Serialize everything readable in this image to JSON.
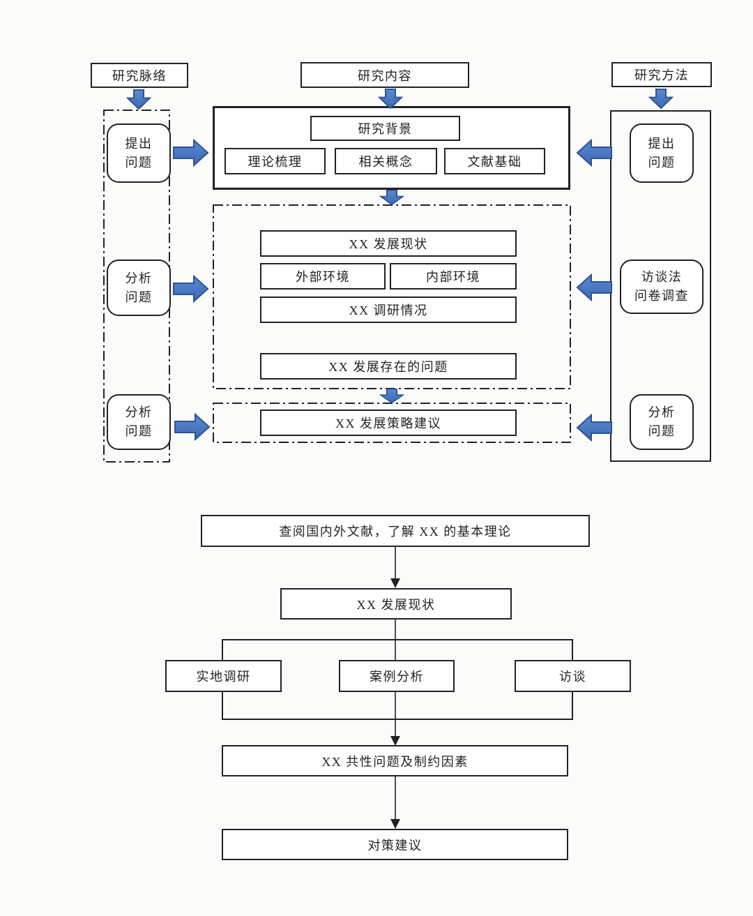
{
  "colors": {
    "background": "#fbfbfa",
    "line": "#222222",
    "arrow_fill_light": "#5b8ad2",
    "arrow_fill": "#4472c4",
    "arrow_stroke": "#2f528f"
  },
  "top": {
    "headers": {
      "context": "研究脉络",
      "content": "研究内容",
      "method": "研究方法"
    },
    "left_nodes": [
      "提出\n问题",
      "分析\n问题",
      "分析\n问题"
    ],
    "right_nodes": [
      "提出\n问题",
      "访谈法\n问卷调查",
      "分析\n问题"
    ],
    "content_box": {
      "background": "研究背景",
      "theory": "理论梳理",
      "concepts": "相关概念",
      "literature": "文献基础"
    },
    "analysis_box": {
      "status": "XX 发展现状",
      "external": "外部环境",
      "internal": "内部环境",
      "survey": "XX 调研情况",
      "problems": "XX 发展存在的问题"
    },
    "strategy_box": {
      "strategy": "XX 发展策略建议"
    }
  },
  "bottom": {
    "literature_review": "查阅国内外文献，了解 XX 的基本理论",
    "status": "XX 发展现状",
    "methods": [
      "实地调研",
      "案例分析",
      "访谈"
    ],
    "problems": "XX 共性问题及制约因素",
    "suggestions": "对策建议"
  }
}
